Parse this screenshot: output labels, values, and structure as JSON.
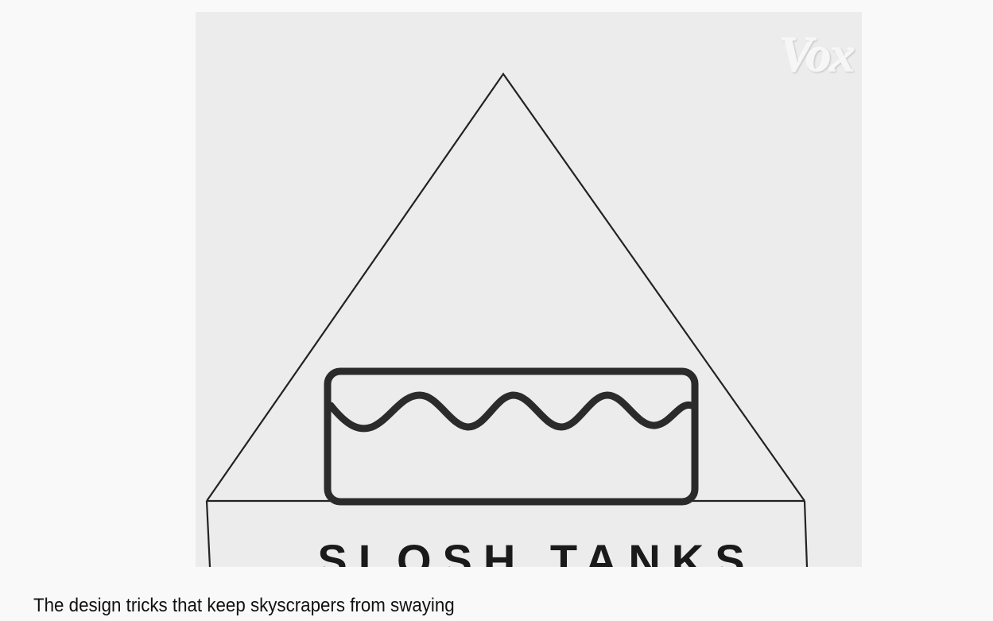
{
  "video": {
    "watermark": "Vox",
    "caption": "SLOSH TANKS",
    "title": "The design tricks that keep skyscrapers from swaying"
  },
  "colors": {
    "page_background": "#f9f9f9",
    "frame_background": "#ececec",
    "line": "#222222",
    "tank_stroke": "#2b2b2b"
  }
}
